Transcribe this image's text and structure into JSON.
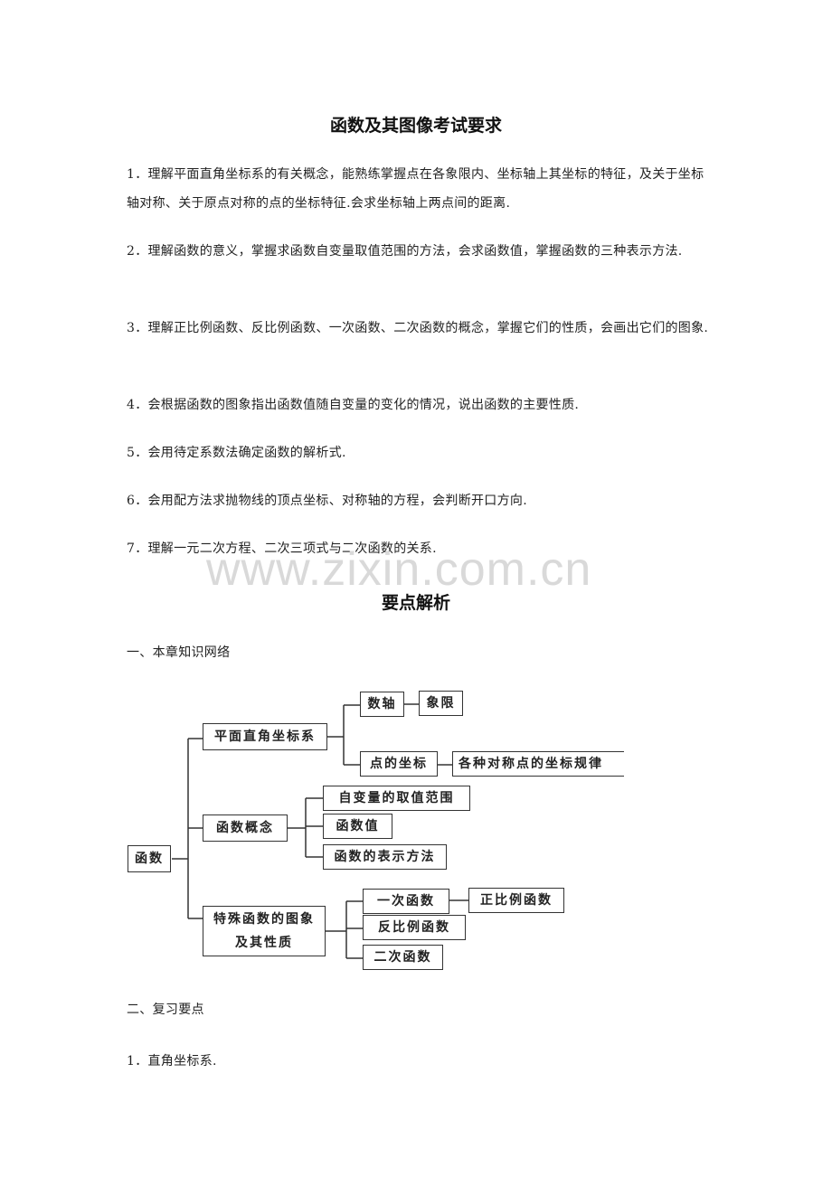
{
  "header": {
    "title": "函数及其图像考试要求"
  },
  "requirements": [
    "1．理解平面直角坐标系的有关概念，能熟练掌握点在各象限内、坐标轴上其坐标的特征，及关于坐标轴对称、关于原点对称的点的坐标特征.会求坐标轴上两点间的距离.",
    "2．理解函数的意义，掌握求函数自变量取值范围的方法，会求函数值，掌握函数的三种表示方法.",
    "3．理解正比例函数、反比例函数、一次函数、二次函数的概念，掌握它们的性质，会画出它们的图象.",
    "4．会根据函数的图象指出函数值随自变量的变化的情况，说出函数的主要性质.",
    "5．会用待定系数法确定函数的解析式.",
    "6．会用配方法求抛物线的顶点坐标、对称轴的方程，会判断开口方向.",
    "7．理解一元二次方程、二次三项式与二次函数的关系."
  ],
  "watermark": "www.zixin.com.cn",
  "section2": {
    "title": "要点解析"
  },
  "subsection1": "一、本章知识网络",
  "diagram": {
    "root": "函数",
    "coord_system": "平面直角坐标系",
    "number_axis": "数轴",
    "quadrant": "象限",
    "point_coord": "点的坐标",
    "symmetry_rule": "各种对称点的坐标规律",
    "func_concept": "函数概念",
    "domain_range": "自变量的取值范围",
    "func_value": "函数值",
    "func_repr": "函数的表示方法",
    "special_line1": "特殊函数的图象",
    "special_line2": "及其性质",
    "linear": "一次函数",
    "proportional": "正比例函数",
    "inverse": "反比例函数",
    "quadratic": "二次函数"
  },
  "subsection2": "二、复习要点",
  "point1": "1．直角坐标系."
}
